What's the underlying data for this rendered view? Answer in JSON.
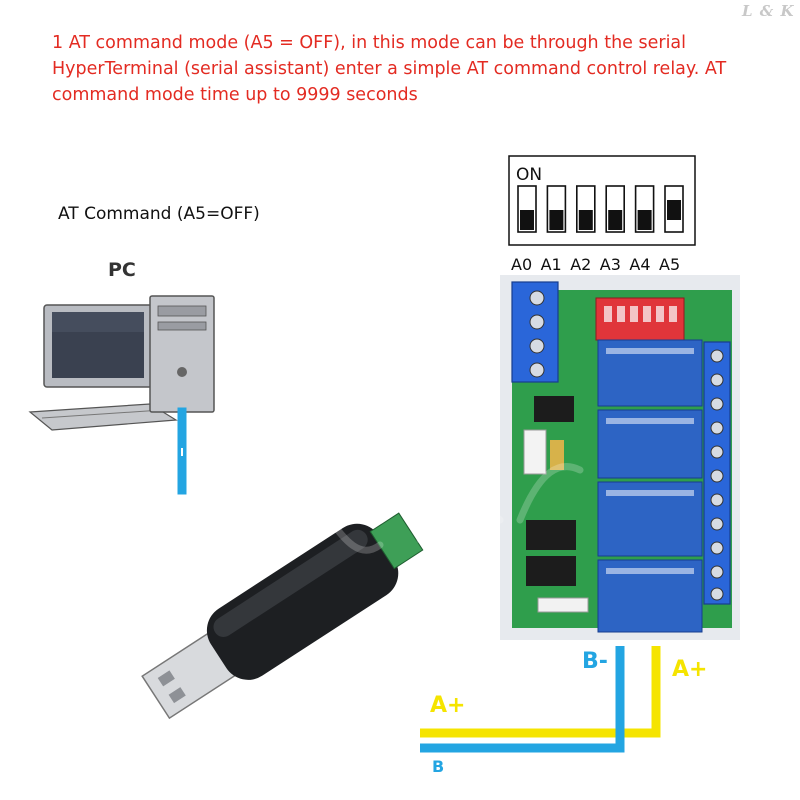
{
  "intro_text": "1 AT command mode (A5 = OFF), in this mode can be through the serial HyperTerminal (serial assistant) enter a simple AT command control relay. AT command mode time up to 9999 seconds",
  "brand_mark": "L & K",
  "mode_label": "AT Command (A5=OFF)",
  "pc_label": "PC",
  "dip_switch": {
    "on_label": "ON",
    "switches": [
      {
        "label": "A0",
        "state": "ON"
      },
      {
        "label": "A1",
        "state": "ON"
      },
      {
        "label": "A2",
        "state": "ON"
      },
      {
        "label": "A3",
        "state": "ON"
      },
      {
        "label": "A4",
        "state": "ON"
      },
      {
        "label": "A5",
        "state": "OFF"
      }
    ]
  },
  "wire_labels": {
    "b_minus": "B-",
    "a_plus_board": "A+",
    "a_plus_adapter": "A+",
    "b_adapter": "B"
  },
  "colors": {
    "intro_text": "#e32b22",
    "wire_a": "#f5e400",
    "wire_b": "#23a5e2",
    "pcb": "#2f9e4c",
    "relay": "#2d64c4",
    "terminal": "#2a66d9"
  }
}
